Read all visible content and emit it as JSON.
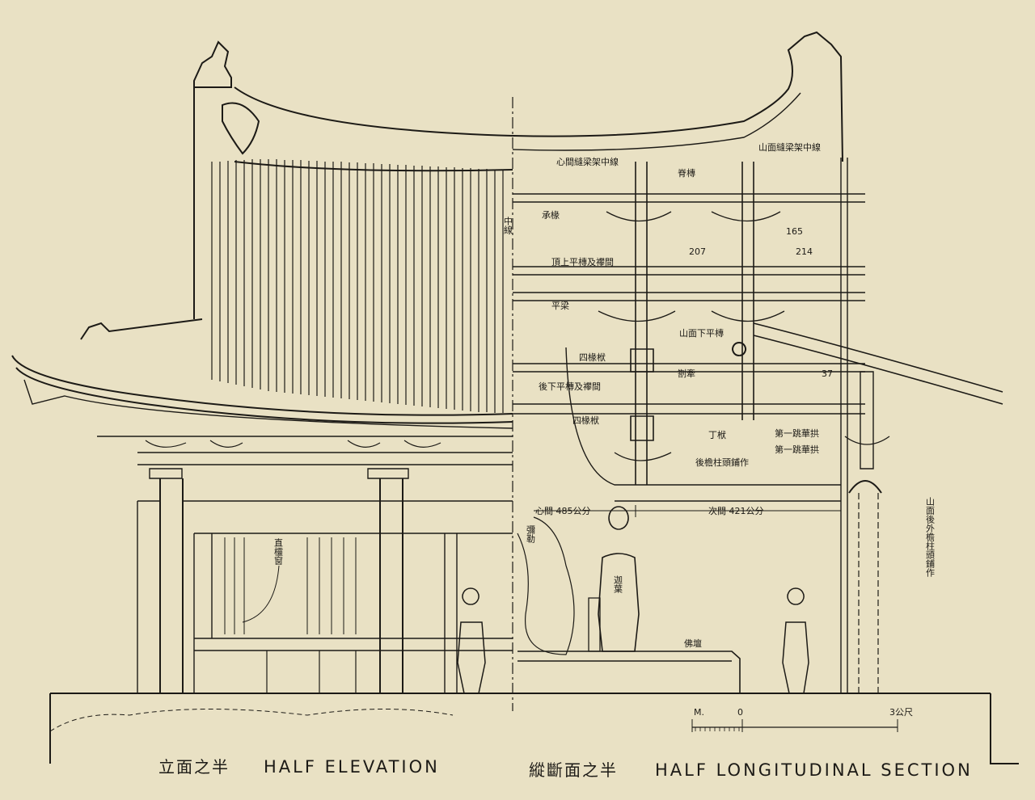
{
  "captions": {
    "elevation_zh": "立面之半",
    "elevation_en": "HALF ELEVATION",
    "section_zh": "縱斷面之半",
    "section_en": "HALF LONGITUDINAL SECTION"
  },
  "labels": {
    "center_bay_axis": "心間縫梁架中線",
    "gable_axis": "山面縫梁架中線",
    "ridge_purlin": "脊槫",
    "tiebeam": "承椽",
    "center_line": "中線",
    "upper_purlin": "頂上平槫及襻間",
    "flat_beam": "平梁",
    "gable_lower_purlin": "山面下平槫",
    "brace_left": "四椽栿",
    "brace_right": "劄牽",
    "lower_purlin": "後下平槫及襻間",
    "brace_lower": "四椽栿",
    "dingfu": "丁栿",
    "gong1": "第一跳華拱",
    "gong2": "第一跳華拱",
    "rear_column_bracket": "後檐柱頭鋪作",
    "gable_rear_bracket": "山面後外檐柱頭鋪作",
    "window": "直欞窗",
    "buddha_left": "彌勒",
    "disciple": "迦葉",
    "altar": "佛壇"
  },
  "dimensions": {
    "d165": "165",
    "d207": "207",
    "d214": "214",
    "d37": "37",
    "center_bay": "心間 485公分",
    "side_bay": "次間 421公分"
  },
  "scale": {
    "unit": "M.",
    "zero": "0",
    "end": "3公尺"
  }
}
